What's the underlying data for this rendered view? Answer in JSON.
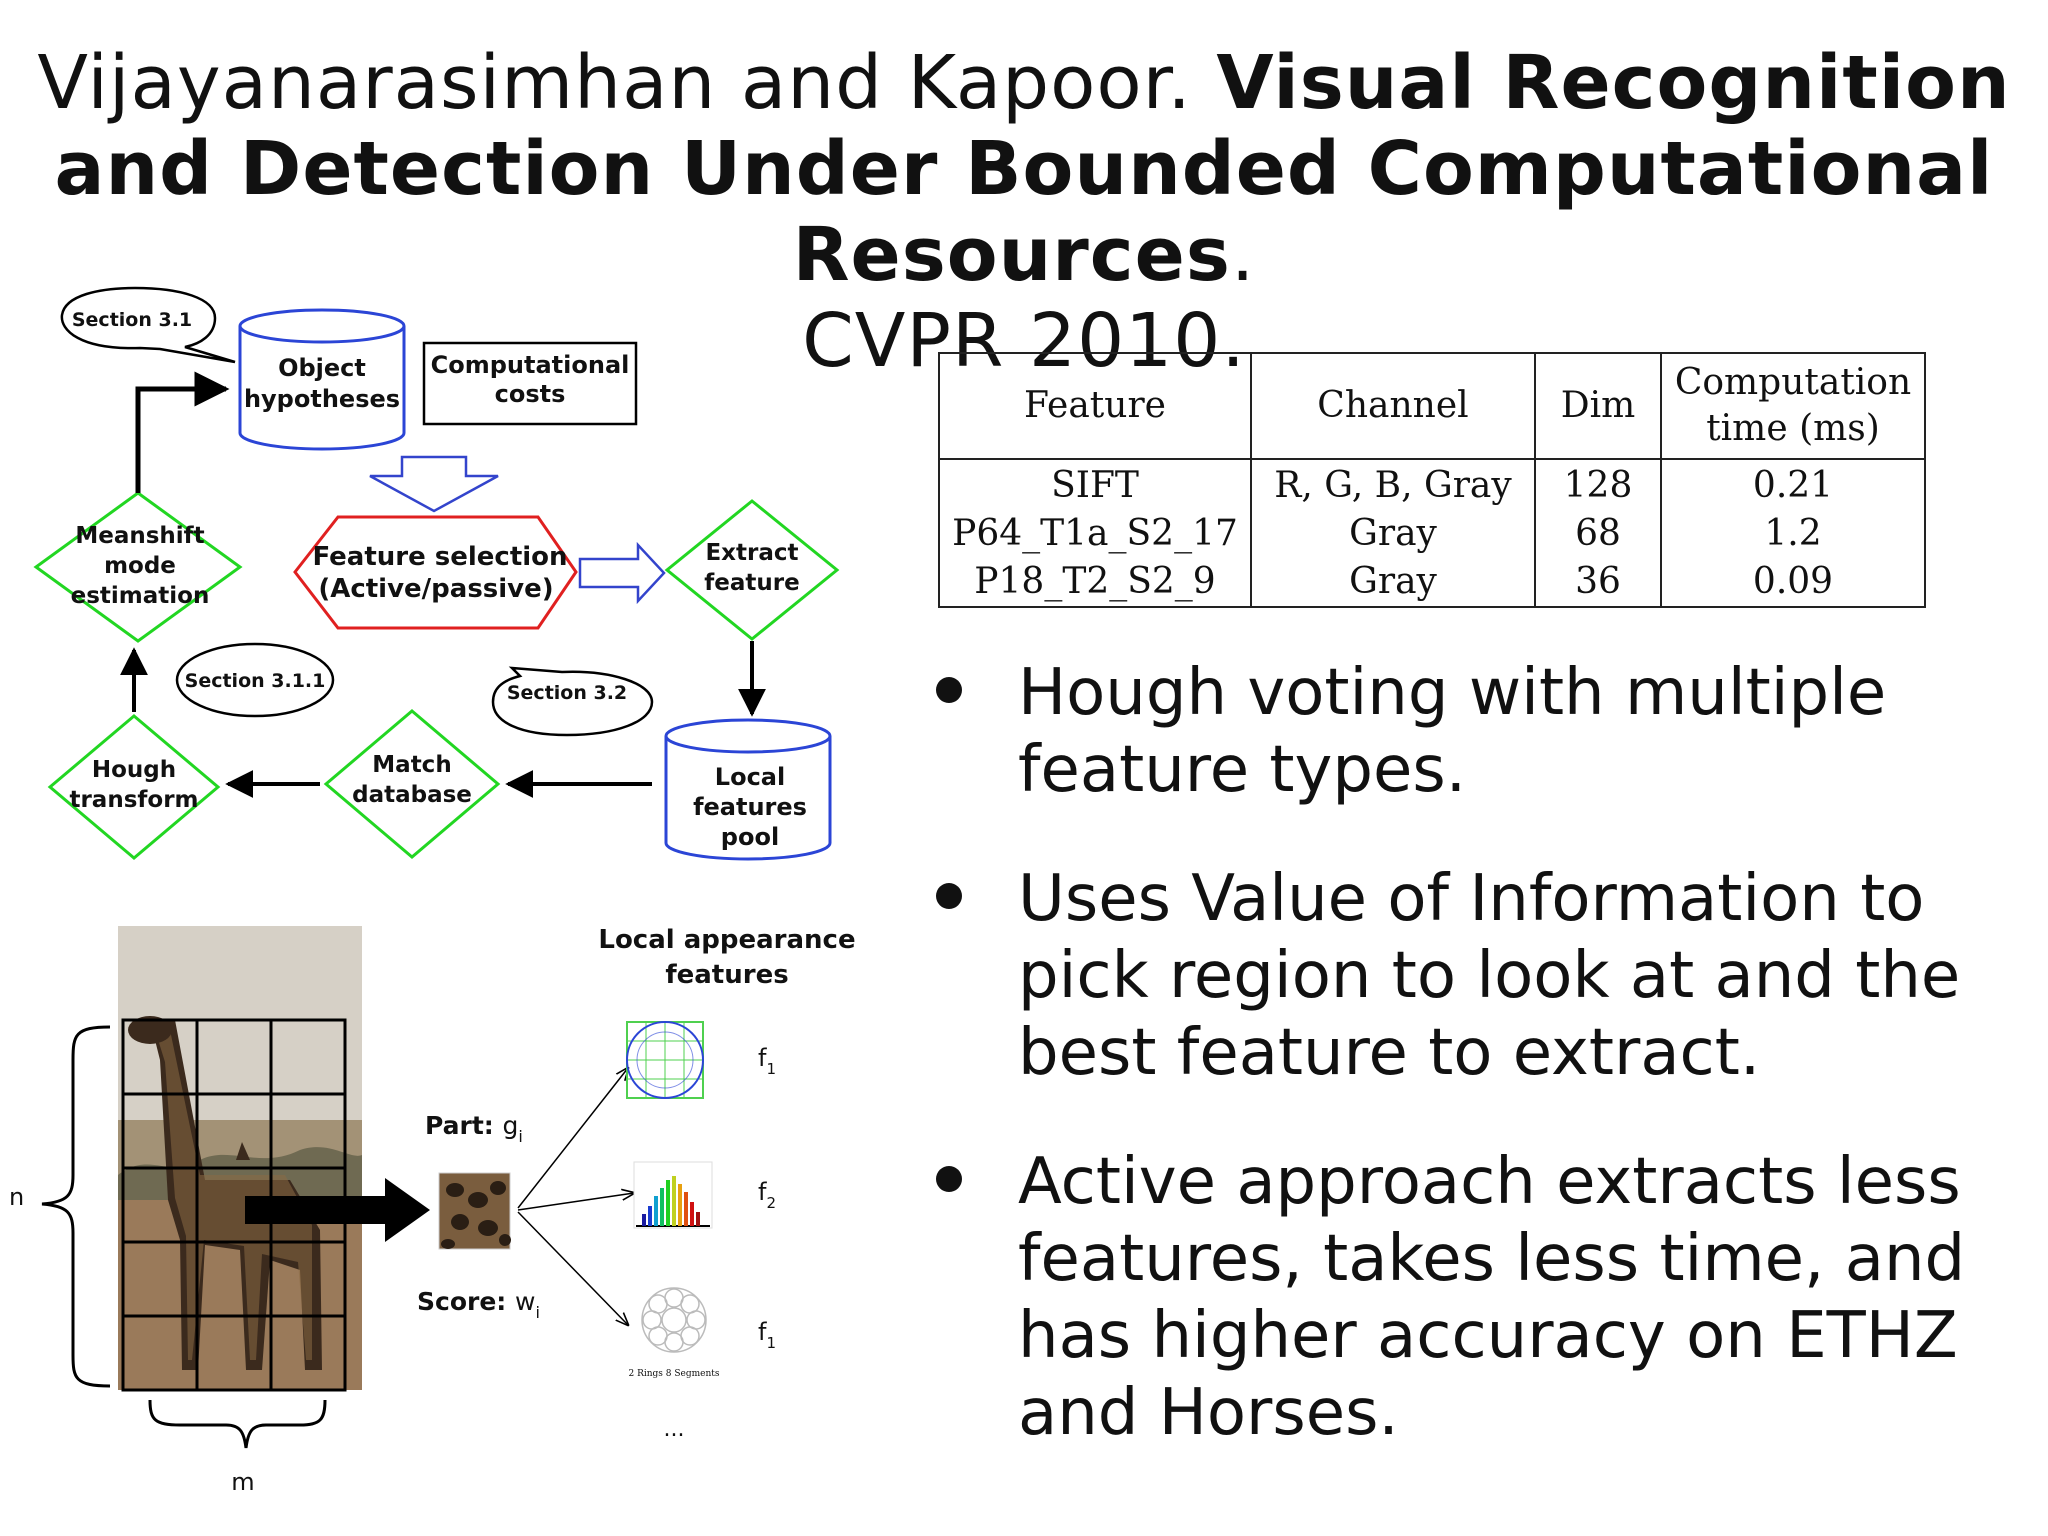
{
  "slide": {
    "title_plain": "Vijayanarasimhan and Kapoor. ",
    "title_bold": "Visual Recognition and Detection Under Bounded Computational Resources",
    "title_dot": ".",
    "title_venue": "CVPR 2010."
  },
  "flowchart": {
    "callouts": [
      "Section 3.1",
      "Section 3.1.1",
      "Section 3.2"
    ],
    "object_hypotheses": [
      "Object",
      "hypotheses"
    ],
    "computational_costs": [
      "Computational",
      "costs"
    ],
    "feature_selection": [
      "Feature selection",
      "(Active/passive)"
    ],
    "extract_feature": [
      "Extract",
      "feature"
    ],
    "meanshift": [
      "Meanshift",
      "mode",
      "estimation"
    ],
    "local_features_pool": [
      "Local",
      "features",
      "pool"
    ],
    "match_database": [
      "Match",
      "database"
    ],
    "hough_transform": [
      "Hough",
      "transform"
    ]
  },
  "appearance": {
    "heading": [
      "Local appearance",
      "features"
    ],
    "part_label": "Part: ",
    "part_var": "g",
    "part_sub": "i",
    "score_label": "Score: ",
    "score_var": "w",
    "score_sub": "i",
    "grid_rows_label": "n",
    "grid_cols_label": "m",
    "features": [
      {
        "label": "f",
        "sub": "1"
      },
      {
        "label": "f",
        "sub": "2"
      },
      {
        "label": "f",
        "sub": "1"
      }
    ],
    "rings_caption": "2 Rings 8 Segments",
    "ellipsis": "..."
  },
  "table": {
    "headers": [
      "Feature",
      "Channel",
      "Dim",
      "Computation time (ms)"
    ],
    "header_lines": [
      [
        "Feature"
      ],
      [
        "Channel"
      ],
      [
        "Dim"
      ],
      [
        "Computation",
        "time (ms)"
      ]
    ],
    "rows": [
      [
        "SIFT",
        "R, G, B, Gray",
        "128",
        "0.21"
      ],
      [
        "P64_T1a_S2_17",
        "Gray",
        "68",
        "1.2"
      ],
      [
        "P18_T2_S2_9",
        "Gray",
        "36",
        "0.09"
      ]
    ]
  },
  "bullets": [
    "Hough voting with multiple feature types.",
    "Uses Value of Information to pick region to look at and the best feature to extract.",
    "Active approach extracts less features, takes less time, and has higher accuracy on ETHZ and Horses."
  ],
  "colors": {
    "db_outline": "#2b45d6",
    "decision_outline": "#22d622",
    "feature_selection_outline": "#e02020",
    "hollow_arrow": "#3344cc"
  }
}
